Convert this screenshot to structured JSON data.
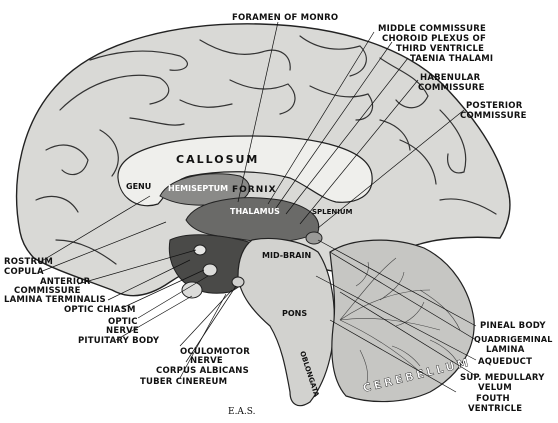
{
  "labels": {
    "foramen_of_monro": "FORAMEN OF MONRO",
    "middle_commissure": "MIDDLE COMMISSURE",
    "choroid_plexus_1": "CHOROID PLEXUS OF",
    "choroid_plexus_2": "THIRD VENTRICLE",
    "taenia_thalami": "TAENIA THALAMI",
    "habenular_1": "HABENULAR",
    "habenular_2": "COMMISSURE",
    "posterior_1": "POSTERIOR",
    "posterior_2": "COMMISSURE",
    "rostrum": "ROSTRUM",
    "copula": "COPULA",
    "anterior": "ANTERIOR",
    "commissure": "COMMISSURE",
    "lamina_terminalis": "LAMINA TERMINALIS",
    "optic_chiasm": "OPTIC CHIASM",
    "optic": "OPTIC",
    "nerve": "NERVE",
    "pituitary_body": "PITUITARY BODY",
    "oculomotor": "OCULOMOTOR",
    "oculomotor_nerve": "NERVE",
    "corpus_albicans": "CORPUS ALBICANS",
    "tuber_cinereum": "TUBER CINEREUM",
    "pineal_body": "PINEAL BODY",
    "quadrigeminal_1": "QUADRIGEMINAL",
    "quadrigeminal_2": "LAMINA",
    "aqueduct": "AQUEDUCT",
    "sup_medullary_1": "SUP. MEDULLARY",
    "sup_medullary_2": "VELUM",
    "fourth_1": "FOUTH",
    "fourth_2": "VENTRICLE"
  },
  "inner_labels": {
    "callosum": "CALLOSUM",
    "genu": "GENU",
    "hemiseptum": "HEMISEPTUM",
    "fornix": "FORNIX",
    "thalamus": "THALAMUS",
    "splenium": "SPLENIUM",
    "mid_brain": "MID-BRAIN",
    "pons": "PONS",
    "oblongata": "OBLONGATA",
    "cerebellum": "CEREBELLUM"
  },
  "signature": "E.A.S.",
  "colors": {
    "ink": "#111111",
    "cortex": "#d9d9d6",
    "callosum": "#efefec",
    "dark": "#5a5a58"
  }
}
